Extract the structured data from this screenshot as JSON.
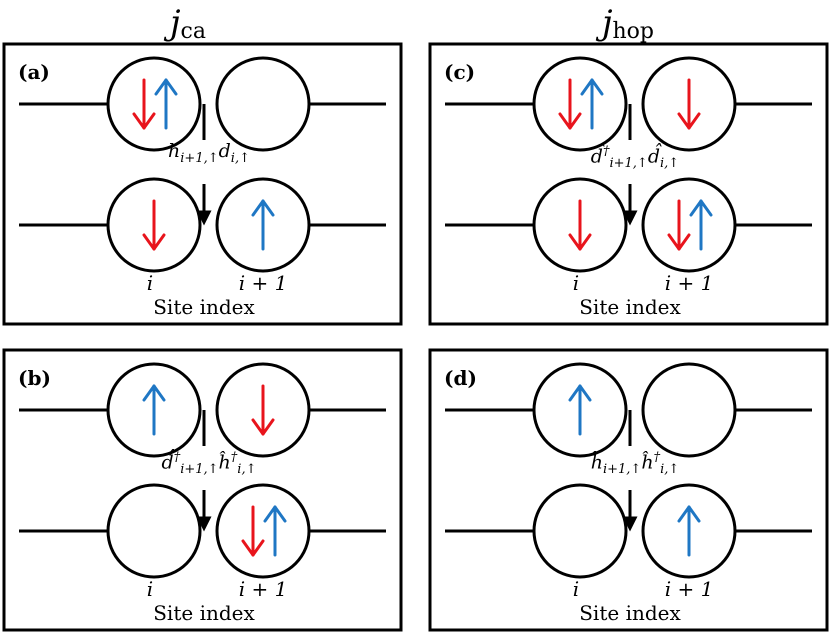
{
  "columns": [
    {
      "symbol": "j",
      "subscript": "ca"
    },
    {
      "symbol": "j",
      "subscript": "hop"
    }
  ],
  "colors": {
    "spin_down": "#e8141c",
    "spin_up": "#1f77c4",
    "line": "#000000"
  },
  "panels": [
    {
      "label": "(a)",
      "operator_html": "ĥ<sub>i+1,↑</sub>d̂<sub>i,↑</sub>",
      "before": [
        [
          "down",
          "up"
        ],
        []
      ],
      "after": [
        [
          "down"
        ],
        [
          "up"
        ]
      ],
      "site_labels": [
        "i",
        "i + 1"
      ],
      "axis_label": "Site index"
    },
    {
      "label": "(c)",
      "operator_html": "d̂<sup>†</sup><sub>i+1,↑</sub>d̂<sub>i,↑</sub>",
      "before": [
        [
          "down",
          "up"
        ],
        [
          "down"
        ]
      ],
      "after": [
        [
          "down"
        ],
        [
          "down",
          "up"
        ]
      ],
      "site_labels": [
        "i",
        "i + 1"
      ],
      "axis_label": "Site index"
    },
    {
      "label": "(b)",
      "operator_html": "d̂<sup>†</sup><sub>i+1,↑</sub>ĥ<sup>†</sup><sub>i,↑</sub>",
      "before": [
        [
          "up"
        ],
        [
          "down"
        ]
      ],
      "after": [
        [],
        [
          "down",
          "up"
        ]
      ],
      "site_labels": [
        "i",
        "i + 1"
      ],
      "axis_label": "Site index"
    },
    {
      "label": "(d)",
      "operator_html": "ĥ<sub>i+1,↑</sub>ĥ<sup>†</sup><sub>i,↑</sub>",
      "before": [
        [
          "up"
        ],
        []
      ],
      "after": [
        [],
        [
          "up"
        ]
      ],
      "site_labels": [
        "i",
        "i + 1"
      ],
      "axis_label": "Site index"
    }
  ]
}
